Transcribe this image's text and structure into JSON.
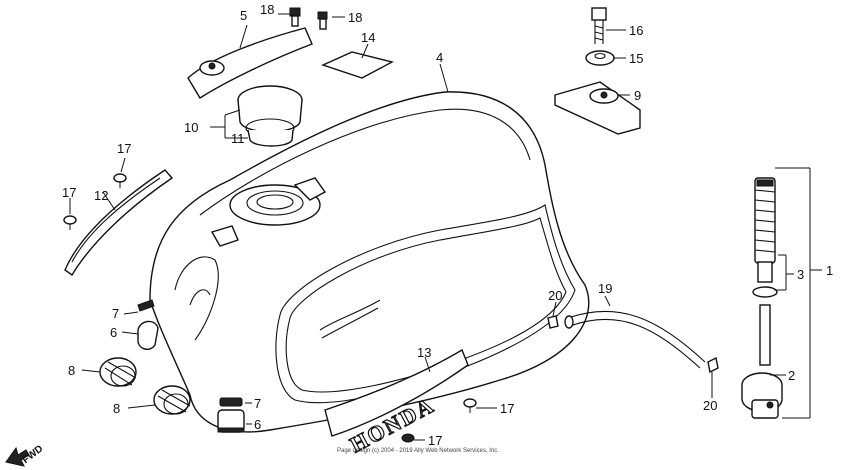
{
  "callouts": {
    "c1": "1",
    "c2": "2",
    "c3": "3",
    "c4": "4",
    "c5": "5",
    "c6a": "6",
    "c6b": "6",
    "c7a": "7",
    "c7b": "7",
    "c8a": "8",
    "c8b": "8",
    "c9": "9",
    "c10": "10",
    "c11": "11",
    "c12": "12",
    "c13": "13",
    "c14": "14",
    "c15": "15",
    "c16": "16",
    "c17a": "17",
    "c17b": "17",
    "c17c": "17",
    "c17d": "17",
    "c18a": "18",
    "c18b": "18",
    "c19": "19",
    "c20a": "20",
    "c20b": "20"
  },
  "emblem_text": "HONDA",
  "fwd_label": "FWD",
  "copyright": "Page design (c) 2004 - 2019 Ally Web Network Services, Inc."
}
